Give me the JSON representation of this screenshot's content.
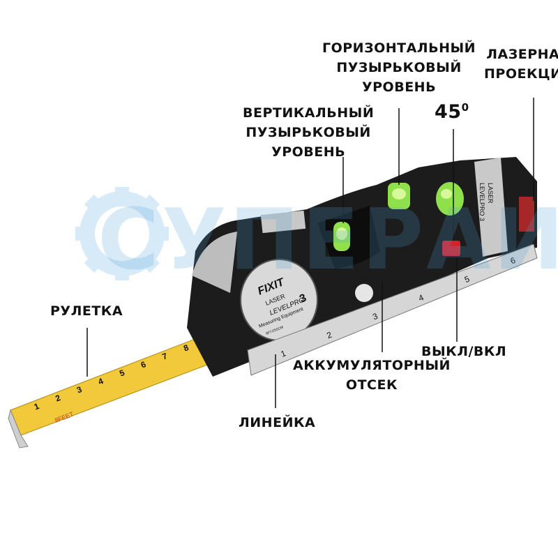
{
  "labels": {
    "horizontal_level": [
      "ГОРИЗОНТАЛЬНЫЙ",
      "ПУЗЫРЬКОВЫЙ",
      "УРОВЕНЬ"
    ],
    "laser_projection": [
      "ЛАЗЕРНАЯ",
      "ПРОЕКЦИЯ"
    ],
    "vertical_level": [
      "ВЕРТИКАЛЬНЫЙ",
      "ПУЗЫРЬКОВЫЙ",
      "УРОВЕНЬ"
    ],
    "angle_45": "45",
    "angle_degree_mark": "0",
    "tape_measure": "РУЛЕТКА",
    "on_off": "ВЫКЛ/ВКЛ",
    "battery": [
      "АККУМУЛЯТОРНЫЙ",
      "ОТСЕК"
    ],
    "ruler": "ЛИНЕЙКА"
  },
  "device": {
    "brand": "FIXIT",
    "model_line1": "LASER",
    "model_line2": "LEVELPRO",
    "model_number": "3",
    "subtitle": "Measuring Equipment",
    "spec": "8FT/250CM",
    "side_label_line1": "LASER",
    "side_label_line2": "LEVELPRO 3",
    "ruler_ticks": [
      "1",
      "2",
      "3",
      "4",
      "5",
      "6"
    ],
    "tape_ticks": [
      "1",
      "2",
      "3",
      "4",
      "5",
      "6",
      "7",
      "8"
    ],
    "tape_feet_label": "8FEET"
  },
  "watermark": "СУПЕРАИС",
  "colors": {
    "body": "#1c1c1c",
    "tape": "#f2c93a",
    "bubble": "#8fe04a",
    "switch": "#d8202a",
    "watermark": "#5aa7da"
  }
}
